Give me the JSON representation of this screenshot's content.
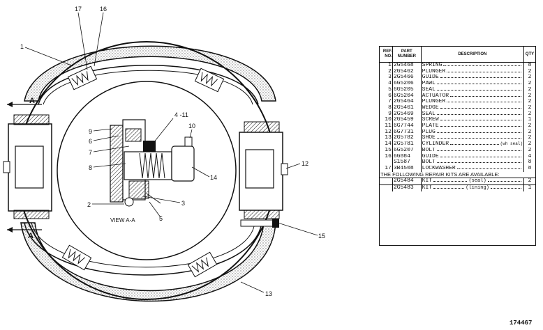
{
  "diagram": {
    "callouts": [
      {
        "id": "1",
        "label": "1"
      },
      {
        "id": "17",
        "label": "17"
      },
      {
        "id": "16",
        "label": "16"
      },
      {
        "id": "4-11",
        "label": "4 -11"
      },
      {
        "id": "10",
        "label": "10"
      },
      {
        "id": "9",
        "label": "9"
      },
      {
        "id": "6",
        "label": "6"
      },
      {
        "id": "7",
        "label": "7"
      },
      {
        "id": "8",
        "label": "8"
      },
      {
        "id": "14",
        "label": "14"
      },
      {
        "id": "12",
        "label": "12"
      },
      {
        "id": "2",
        "label": "2"
      },
      {
        "id": "3",
        "label": "3"
      },
      {
        "id": "5",
        "label": "5"
      },
      {
        "id": "15",
        "label": "15"
      },
      {
        "id": "13",
        "label": "13"
      }
    ],
    "section_mark_top": "A",
    "section_mark_bottom": "A",
    "view_label": "VIEW A-A"
  },
  "parts_table": {
    "headers": {
      "ref": "REF. NO.",
      "part": "PART NUMBER",
      "desc": "DESCRIPTION",
      "qty": "QTY"
    },
    "rows": [
      {
        "ref": "1",
        "part": "2G5468",
        "desc": "SPRING",
        "qty": "8"
      },
      {
        "ref": "2",
        "part": "2G5462",
        "desc": "PLUNGER",
        "qty": "2"
      },
      {
        "ref": "3",
        "part": "2G5466",
        "desc": "GUIDE",
        "qty": "2"
      },
      {
        "ref": "4",
        "part": "6G5206",
        "desc": "PAWL",
        "qty": "2"
      },
      {
        "ref": "5",
        "part": "6G5205",
        "desc": "SEAL",
        "qty": "2"
      },
      {
        "ref": "6",
        "part": "6G5204",
        "desc": "ACTUATOR",
        "qty": "2"
      },
      {
        "ref": "7",
        "part": "2G5464",
        "desc": "PLUNGER",
        "qty": "2"
      },
      {
        "ref": "8",
        "part": "2G5461",
        "desc": "WEDGE",
        "qty": "2"
      },
      {
        "ref": "9",
        "part": "2G5469",
        "desc": "SEAL",
        "qty": "2"
      },
      {
        "ref": "10",
        "part": "2G5459",
        "desc": "SCREW",
        "qty": "1"
      },
      {
        "ref": "11",
        "part": "6G7744",
        "desc": "PLATE",
        "qty": "2"
      },
      {
        "ref": "12",
        "part": "6G7731",
        "desc": "PLUG",
        "qty": "2"
      },
      {
        "ref": "13",
        "part": "2G5782",
        "desc": "SHOE",
        "qty": "2"
      },
      {
        "ref": "14",
        "part": "2G5781",
        "desc": "CYLINDER",
        "extra": "(wh seal)",
        "qty": "2"
      },
      {
        "ref": "15",
        "part": "6G5207",
        "desc": "BOLT",
        "qty": "2"
      },
      {
        "ref": "16",
        "part": "6G884",
        "desc": "GUIDE",
        "qty": "4"
      },
      {
        "ref": "",
        "part": "S1587",
        "desc": "BOLT",
        "qty": "8"
      },
      {
        "ref": "17",
        "part": "3B4508",
        "desc": "LOCKWASHER",
        "qty": "8"
      }
    ],
    "note": "THE FOLLOWING REPAIR KITS ARE AVAILABLE:",
    "kits": [
      {
        "part": "2G5484",
        "desc": "KIT",
        "extra": "(seal)",
        "qty": "2"
      },
      {
        "part": "2G5483",
        "desc": "KIT",
        "extra": "(lining)",
        "qty": "1"
      }
    ]
  },
  "figure_number": "174467"
}
